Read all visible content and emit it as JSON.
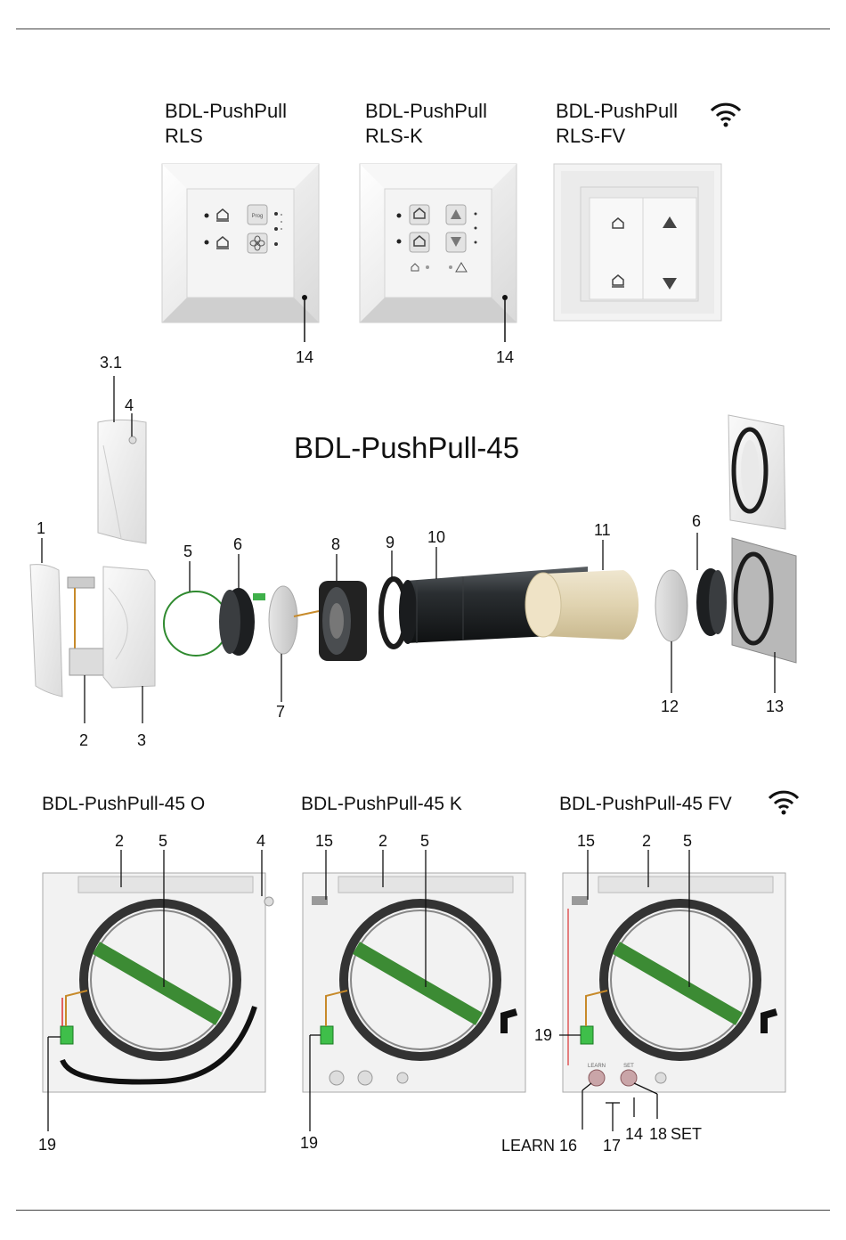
{
  "header": {
    "rls_title_1": "BDL-PushPull",
    "rls_title_2": "RLS",
    "rlsk_title_1": "BDL-PushPull",
    "rlsk_title_2": "RLS-K",
    "rlsfv_title_1": "BDL-PushPull",
    "rlsfv_title_2": "RLS-FV",
    "rls_prog_label": "Prog",
    "callout_rls": "14",
    "callout_rlsk": "14"
  },
  "exploded": {
    "title": "BDL-PushPull-45",
    "labels": {
      "l1": "1",
      "l2": "2",
      "l3": "3",
      "l31": "3.1",
      "l4": "4",
      "l5": "5",
      "l6a": "6",
      "l7": "7",
      "l8": "8",
      "l9": "9",
      "l10": "10",
      "l11": "11",
      "l12": "12",
      "l6b": "6",
      "l13": "13"
    }
  },
  "bottom": {
    "o": {
      "title": "BDL-PushPull-45 O",
      "l2": "2",
      "l5": "5",
      "l4": "4",
      "l19": "19"
    },
    "k": {
      "title": "BDL-PushPull-45 K",
      "l15": "15",
      "l2": "2",
      "l5": "5",
      "l19": "19"
    },
    "fv": {
      "title": "BDL-PushPull-45 FV",
      "l15": "15",
      "l2": "2",
      "l5": "5",
      "l19": "19",
      "l16": "LEARN 16",
      "l17": "17",
      "l14": "14",
      "l18": "18",
      "set": "SET",
      "btn_learn": "LEARN",
      "btn_set": "SET"
    }
  },
  "icons": [
    "wifi-icon",
    "home-arrow-icon",
    "arrow-up-icon",
    "arrow-down-icon",
    "fan-icon",
    "warning-icon"
  ]
}
